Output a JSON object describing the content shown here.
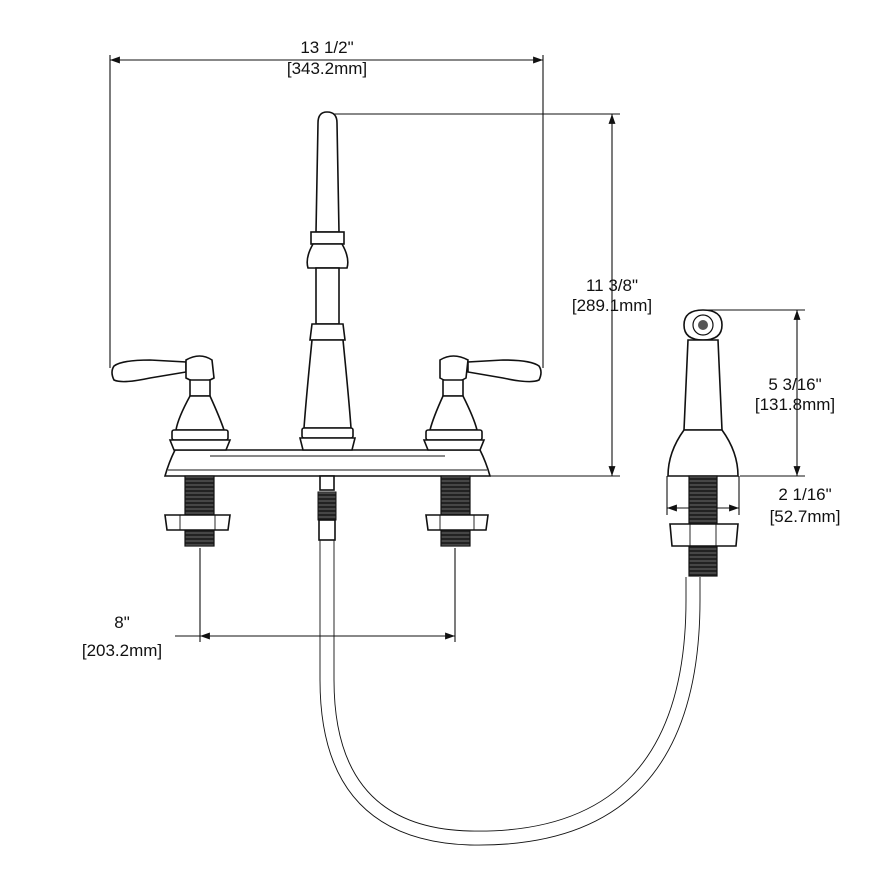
{
  "dimensions": {
    "overall_width": {
      "imperial": "13 1/2\"",
      "metric": "[343.2mm]"
    },
    "spout_height": {
      "imperial": "11 3/8\"",
      "metric": "[289.1mm]"
    },
    "sprayer_height": {
      "imperial": "5 3/16\"",
      "metric": "[131.8mm]"
    },
    "sprayer_base": {
      "imperial": "2 1/16\"",
      "metric": "[52.7mm]"
    },
    "center_spread": {
      "imperial": "8\"",
      "metric": "[203.2mm]"
    }
  }
}
